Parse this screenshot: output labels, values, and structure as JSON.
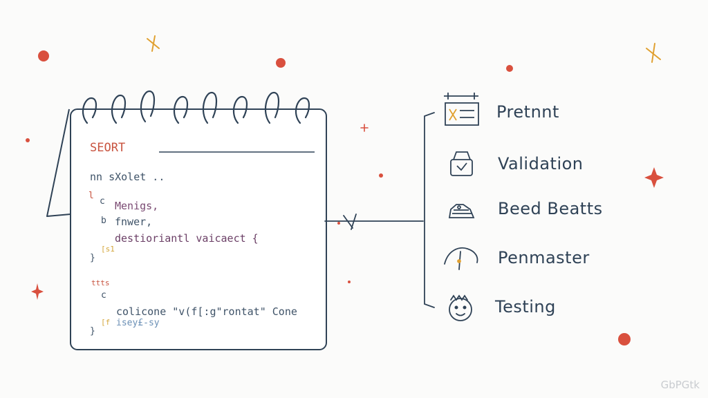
{
  "notebook": {
    "title": "SEORT",
    "code_lines": [
      "nn sXolet ..",
      "Menigs,",
      "fnwer,",
      "destioriantl vaicaect {",
      "colicone \"v(f[:g\"rontat\" Cone",
      "isey£-sy"
    ],
    "margin_marks": [
      "l",
      "c",
      "b",
      "[s1",
      "}",
      "ttts",
      "c",
      "[f",
      "}"
    ]
  },
  "list_items": [
    {
      "label": "Pretnnt",
      "icon": "calendar-icon"
    },
    {
      "label": "Validation",
      "icon": "lock-icon"
    },
    {
      "label": "Beed Beatts",
      "icon": "stack-icon"
    },
    {
      "label": "Penmaster",
      "icon": "umbrella-icon"
    },
    {
      "label": "Testing",
      "icon": "smiley-icon"
    }
  ],
  "watermark": "GbPGtk",
  "colors": {
    "ink": "#2f4256",
    "accent_red": "#d9503e",
    "accent_orange": "#e0a030"
  }
}
